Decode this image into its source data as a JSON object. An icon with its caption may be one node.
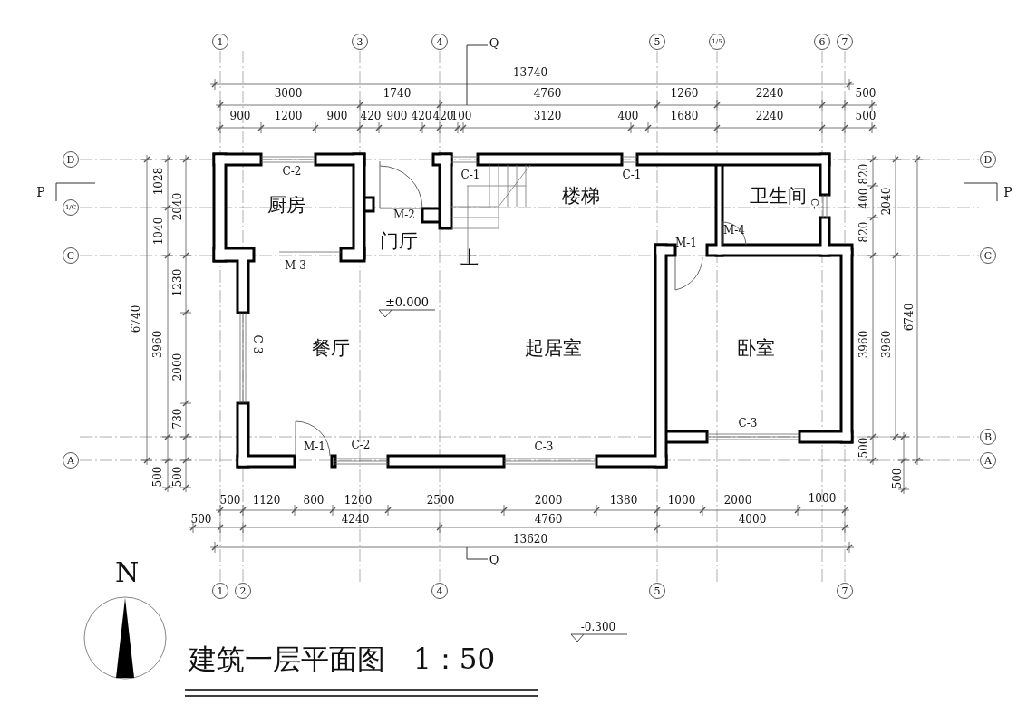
{
  "diagram": {
    "title": "建筑一层平面图　1：50",
    "nodes": [
      {
        "text": [
          "1"
        ]
      },
      {
        "text": [
          "3"
        ]
      },
      {
        "text": [
          "4"
        ]
      },
      {
        "text": [
          "5"
        ]
      },
      {
        "text": [
          "1/5"
        ]
      },
      {
        "text": [
          "6"
        ]
      },
      {
        "text": [
          "7"
        ]
      },
      {
        "text": [
          "D"
        ]
      },
      {
        "text": [
          "D"
        ]
      },
      {
        "text": [
          "1/C"
        ]
      },
      {
        "text": [
          "C"
        ]
      },
      {
        "text": [
          "C"
        ]
      },
      {
        "text": [
          "B"
        ]
      },
      {
        "text": [
          "A"
        ]
      },
      {
        "text": [
          "A"
        ]
      },
      {
        "text": [
          "1"
        ]
      },
      {
        "text": [
          "2"
        ]
      },
      {
        "text": [
          "4"
        ]
      },
      {
        "text": [
          "5"
        ]
      },
      {
        "text": [
          "7"
        ]
      }
    ],
    "labels": [
      "Q",
      "13740",
      "3000",
      "1740",
      "4760",
      "1260",
      "2240",
      "500",
      "900",
      "1200",
      "900",
      "420",
      "900",
      "420",
      "420",
      "100",
      "3120",
      "400",
      "1680",
      "2240",
      "500",
      "C-2",
      "C-1",
      "C-1",
      "P",
      "P",
      "厨房",
      "楼梯",
      "卫生间",
      "C-",
      "M-2",
      "M-4",
      "门厅",
      "M-1",
      "上",
      "M-3",
      "±0.000",
      "C-3",
      "餐厅",
      "起居室",
      "卧室",
      "C-3",
      "M-1",
      "C-2",
      "C-3",
      "1028",
      "2040",
      "1040",
      "1230",
      "6740",
      "3960",
      "2000",
      "730",
      "500",
      "500",
      "820",
      "400",
      "2040",
      "820",
      "3960",
      "3960",
      "6740",
      "500",
      "500",
      "500",
      "1120",
      "800",
      "1200",
      "2500",
      "2000",
      "1380",
      "1000",
      "2000",
      "1000",
      "500",
      "4240",
      "4760",
      "4000",
      "13620",
      "Q",
      "N",
      "-0.300"
    ]
  }
}
